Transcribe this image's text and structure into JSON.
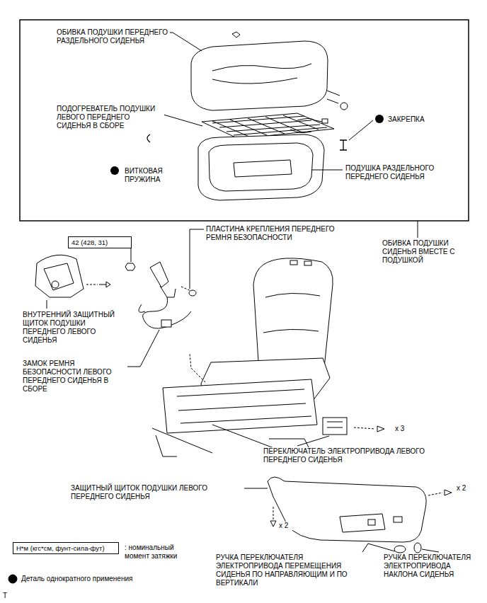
{
  "diagram": {
    "nodes": [
      {
        "text": [
          "42 (428, 31)"
        ]
      },
      {
        "text": [
          "Н*м (кгс*см, фунт-сила-фут)"
        ]
      }
    ],
    "edges": [],
    "labels": [
      "ОБИВКА ПОДУШКИ ПЕРЕДНЕГО РАЗДЕЛЬНОГО СИДЕНЬЯ",
      "ПОДОГРЕВАТЕЛЬ ПОДУШКИ ЛЕВОГО ПЕРЕДНЕГО СИДЕНЬЯ В СБОРЕ",
      "ЗАКРЕПКА",
      "ВИТКОВАЯ ПРУЖИНА",
      "ПОДУШКА РАЗДЕЛЬНОГО ПЕРЕДНЕГО СИДЕНЬЯ",
      "ПЛАСТИНА КРЕПЛЕНИЯ ПЕРЕДНЕГО РЕМНЯ БЕЗОПАСНОСТИ",
      "ОБИВКА ПОДУШКИ СИДЕНЬЯ ВМЕСТЕ С ПОДУШКОЙ",
      "ВНУТРЕННИЙ ЗАЩИТНЫЙ ЩИТОК ПОДУШКИ ПЕРЕДНЕГО ЛЕВОГО СИДЕНЬЯ",
      "ЗАМОК РЕМНЯ БЕЗОПАСНОСТИ ЛЕВОГО ПЕРЕДНЕГО СИДЕНЬЯ В СБОРЕ",
      "x 3",
      "ПЕРЕКЛЮЧАТЕЛЬ ЭЛЕКТРОПРИВОДА ЛЕВОГО ПЕРЕДНЕГО СИДЕНЬЯ",
      "ЗАЩИТНЫЙ ЩИТОК ПОДУШКИ ЛЕВОГО ПЕРЕДНЕГО СИДЕНЬЯ",
      "x 2",
      "x 2",
      "РУЧКА ПЕРЕКЛЮЧАТЕЛЯ ЭЛЕКТРОПРИВОДА ПЕРЕМЕЩЕНИЯ СИДЕНЬЯ ПО НАПРАВЛЯЮЩИМ И ПО ВЕРТИКАЛИ",
      "РУЧКА ПЕРЕКЛЮЧАТЕЛЯ ЭЛЕКТРОПРИВОДА НАКЛОНА СИДЕНЬЯ",
      "Т"
    ],
    "legend": [
      {
        "text": ": номинальный момент затяжки"
      },
      {
        "text": "Деталь однократного применения"
      }
    ]
  }
}
